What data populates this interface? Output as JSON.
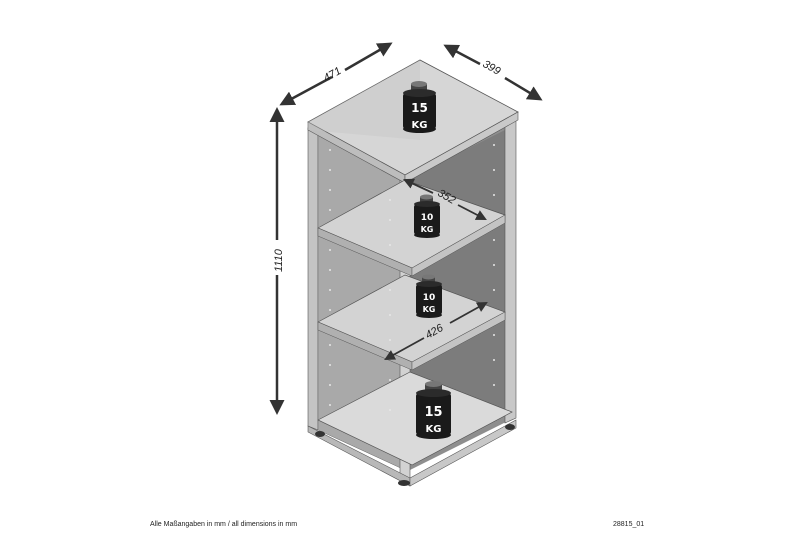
{
  "diagram": {
    "subject": "bookcase-shelf-unit",
    "dimensions": {
      "width": "471",
      "depth": "399",
      "height": "1110",
      "shelf_depth": "352",
      "shelf_width": "426"
    },
    "weights": [
      {
        "position": "top",
        "value": "15",
        "unit": "KG"
      },
      {
        "position": "shelf-upper",
        "value": "10",
        "unit": "KG"
      },
      {
        "position": "shelf-lower",
        "value": "10",
        "unit": "KG"
      },
      {
        "position": "bottom",
        "value": "15",
        "unit": "KG"
      }
    ],
    "colors": {
      "line": "#333333",
      "panel_light": "#d9d9d9",
      "panel_mid": "#b5b5b5",
      "panel_dark": "#8a8a8a",
      "weight_fill": "#1a1a1a"
    }
  },
  "footer": {
    "note": "Alle Maßangaben in mm / all dimensions in mm",
    "article_code": "28815_01"
  }
}
